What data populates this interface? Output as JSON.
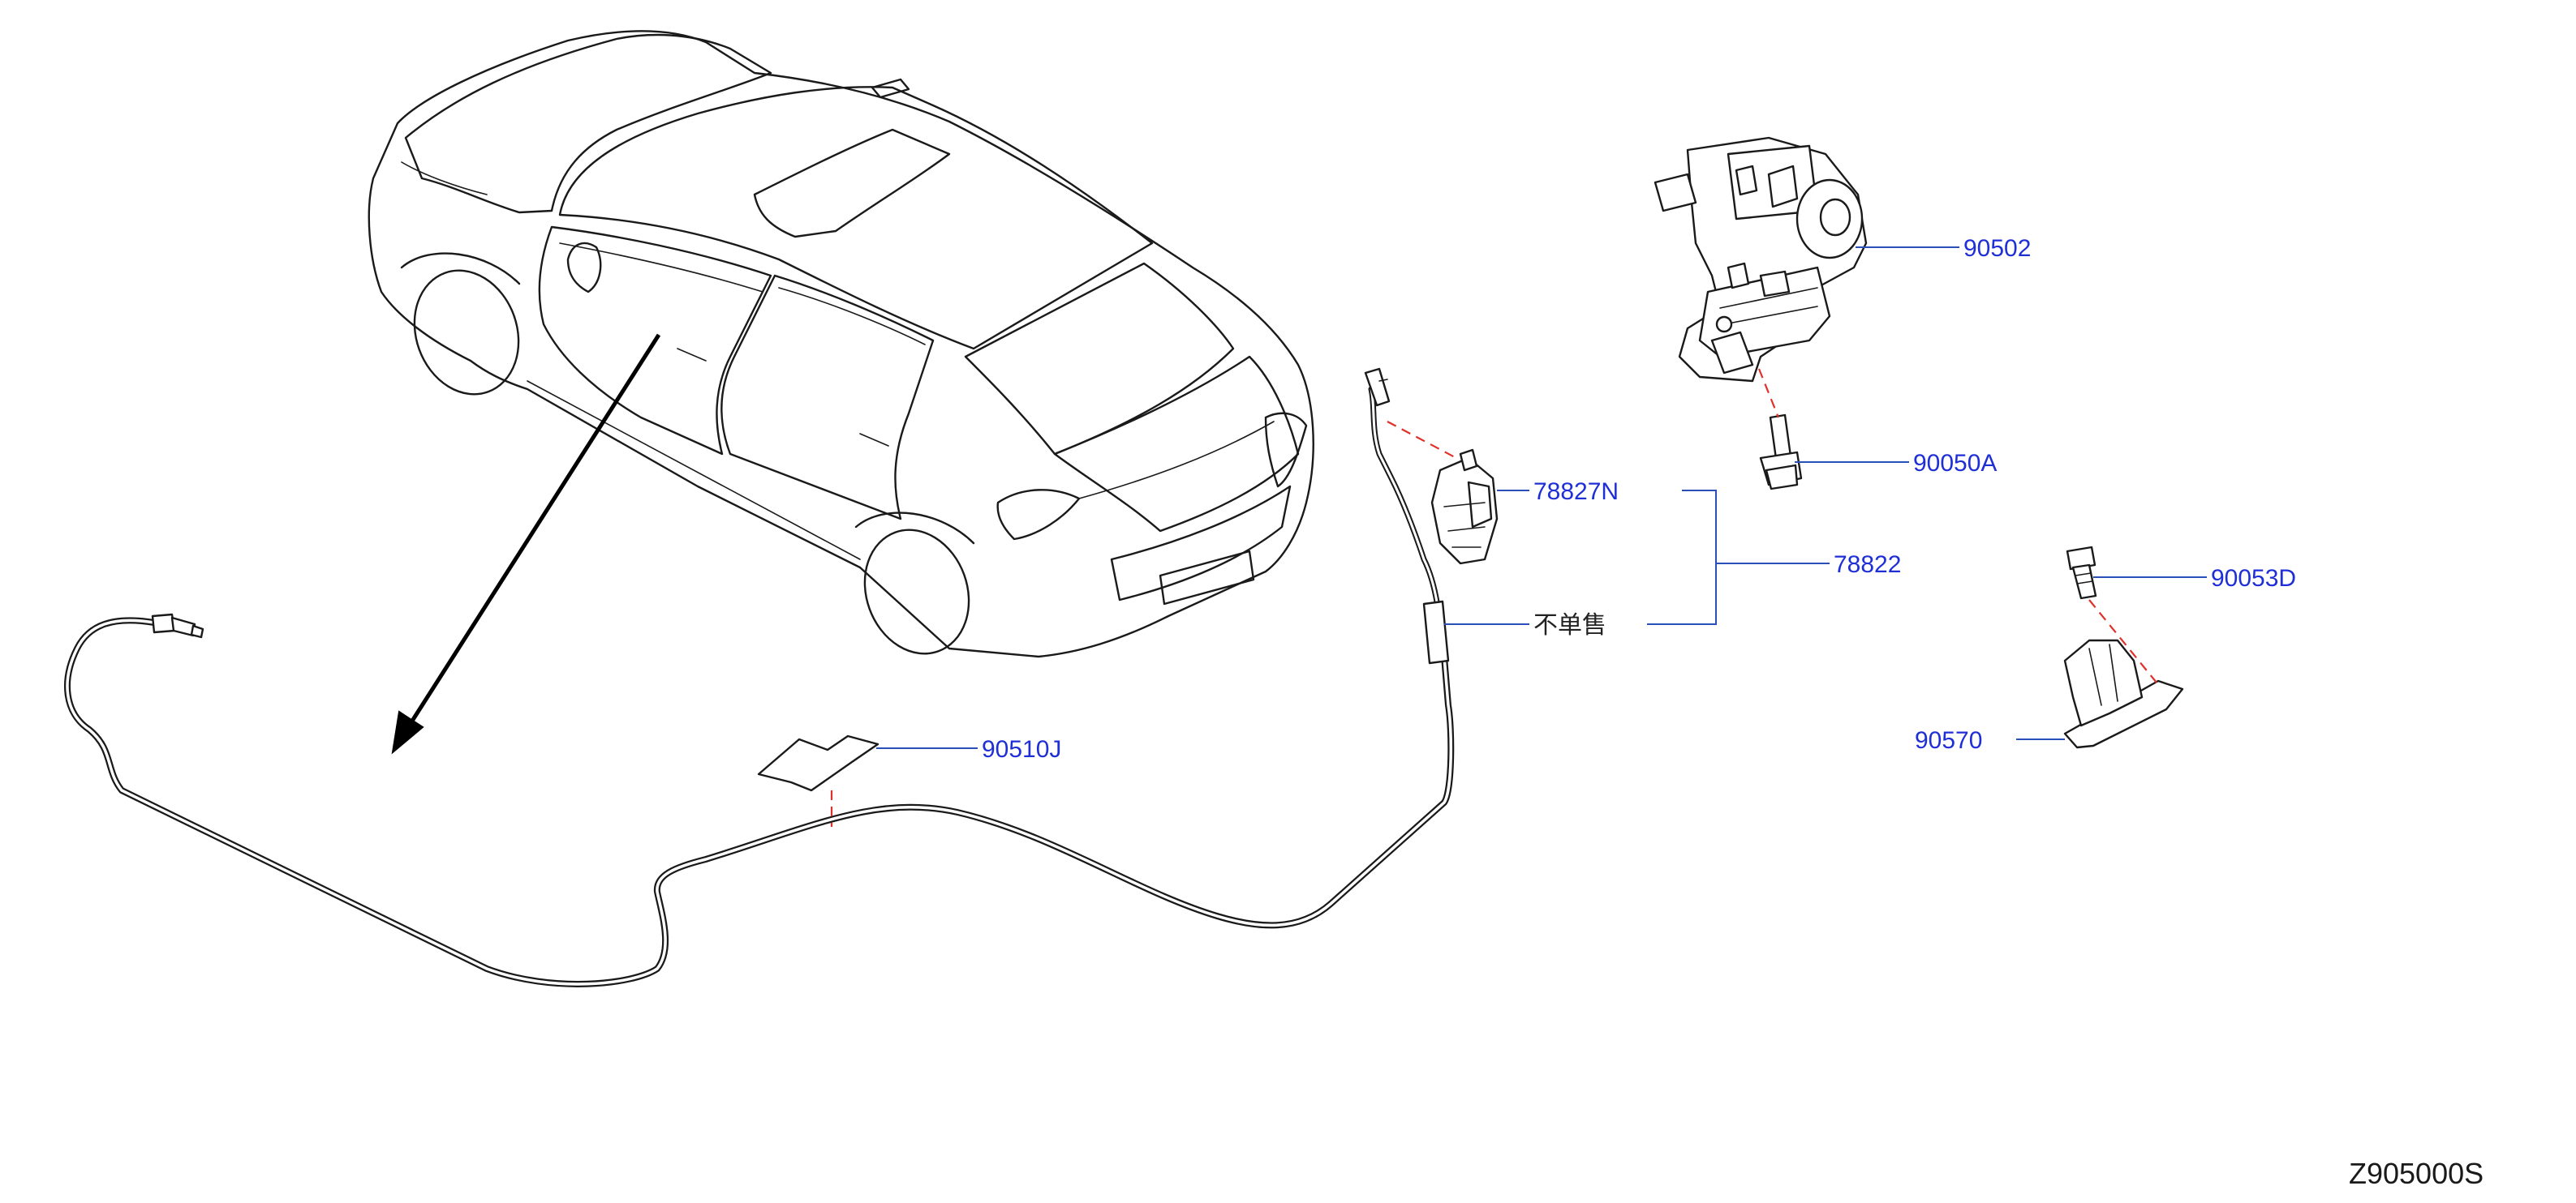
{
  "colors": {
    "callout": "#1f2fd6",
    "leader": "#2a4fb8",
    "dash": "#e0302a",
    "line": "#1a1a1a",
    "note": "#222222"
  },
  "callouts": {
    "p90502": "90502",
    "p90050A": "90050A",
    "p78827N": "78827N",
    "p78822": "78822",
    "p90053D": "90053D",
    "p90570": "90570",
    "p90510J": "90510J"
  },
  "note": {
    "not_sold_separately": "不单售"
  },
  "diagram_code": "Z905000S"
}
